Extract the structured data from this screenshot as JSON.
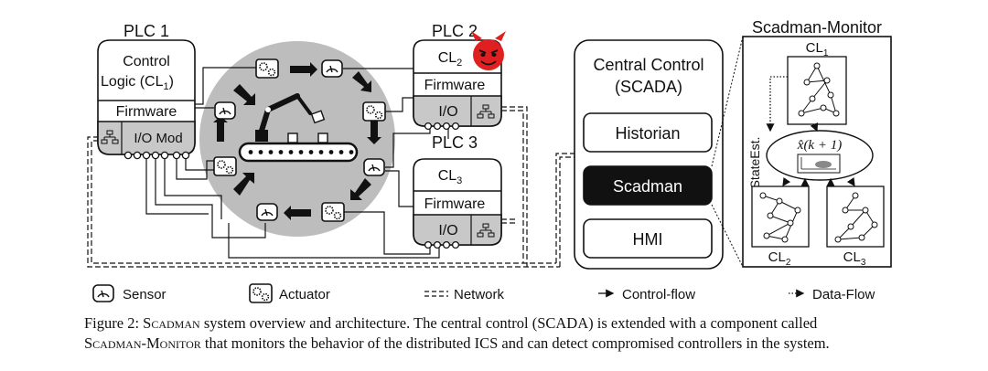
{
  "plc1": {
    "title": "PLC 1",
    "logic_line1": "Control",
    "logic_line2": "Logic (CL",
    "logic_sub": "1",
    "logic_close": ")",
    "firmware": "Firmware",
    "io": "I/O Mod"
  },
  "plc2": {
    "title": "PLC 2",
    "cl": "CL",
    "cl_sub": "2",
    "firmware": "Firmware",
    "io": "I/O"
  },
  "plc3": {
    "title": "PLC 3",
    "cl": "CL",
    "cl_sub": "3",
    "firmware": "Firmware",
    "io": "I/O"
  },
  "central": {
    "title_line1": "Central Control",
    "title_line2": "(SCADA)",
    "historian": "Historian",
    "scadman": "Scadman",
    "hmi": "HMI"
  },
  "monitor": {
    "title": "Scadman-Monitor",
    "cl1": "CL",
    "cl1_sub": "1",
    "cl2": "CL",
    "cl2_sub": "2",
    "cl3": "CL",
    "cl3_sub": "3",
    "state_est": "StateEst.",
    "formula": "x̂(k + 1)"
  },
  "legend": {
    "sensor": "Sensor",
    "actuator": "Actuator",
    "network": "Network",
    "control_flow": "Control-flow",
    "data_flow": "Data-Flow"
  },
  "caption": {
    "prefix": "Figure 2: ",
    "name1": "Scadman",
    "text1": " system overview and architecture. The central control (SCADA) is extended with a component called",
    "name2": "Scadman-Monitor",
    "text2": " that monitors the behavior of the distributed ICS and can detect compromised controllers in the system."
  },
  "colors": {
    "plc_fill": "#ffffff",
    "io_fill": "#c8c8c8",
    "plant_fill": "#bdbdbd",
    "scadman_fill": "#111111",
    "devil": "#e02020"
  }
}
